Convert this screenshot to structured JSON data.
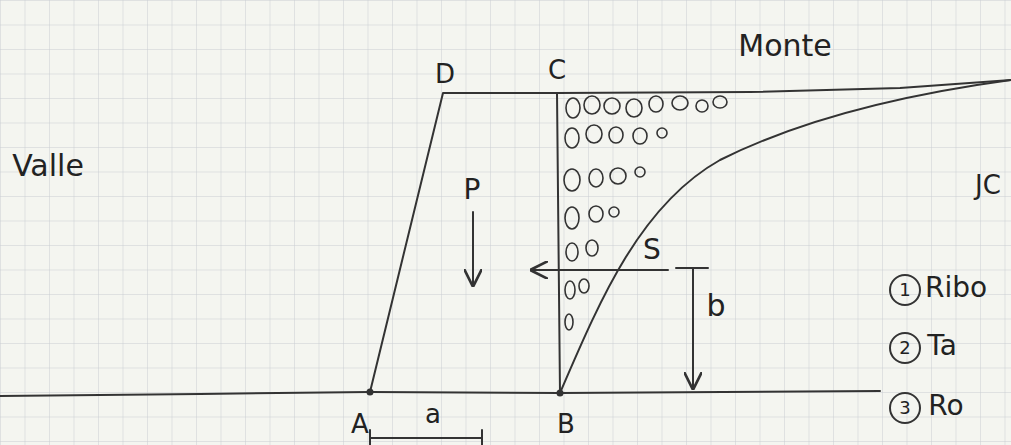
{
  "diagram": {
    "labels": [
      "Monte",
      "Valle",
      "D",
      "C",
      "P",
      "S",
      "b",
      "A",
      "a",
      "B",
      "JC",
      "1",
      "Ribo",
      "2",
      "Ta",
      "3",
      "Ro"
    ]
  }
}
